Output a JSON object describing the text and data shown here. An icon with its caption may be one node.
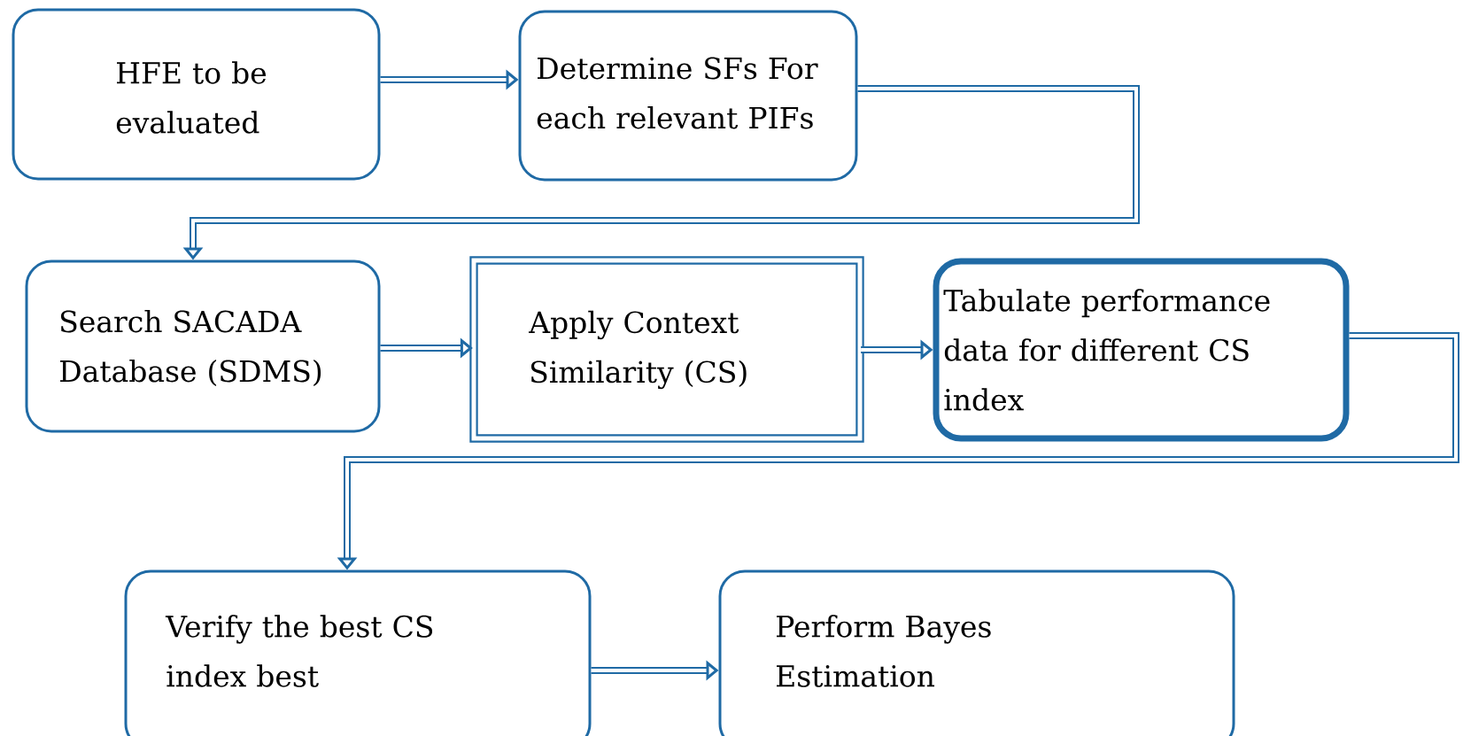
{
  "diagram": {
    "nodes": [
      {
        "text": [
          "HFE to be evaluated"
        ]
      },
      {
        "text": [
          "Determine SFs For each relevant PIFs"
        ]
      },
      {
        "text": [
          "Search SACADA Database (SDMS)"
        ]
      },
      {
        "text": [
          "Apply Context Similarity (CS)"
        ]
      },
      {
        "text": [
          "Tabulate performance data for different CS index"
        ]
      },
      {
        "text": [
          "Verify the best CS index best"
        ]
      },
      {
        "text": [
          "Perform Bayes Estimation"
        ]
      }
    ],
    "edges": [
      {
        "from": 0,
        "to": 1,
        "arrow": "to"
      },
      {
        "from": 1,
        "to": 2,
        "arrow": "to"
      },
      {
        "from": 2,
        "to": 3,
        "arrow": "to"
      },
      {
        "from": 3,
        "to": 4,
        "arrow": "to"
      },
      {
        "from": 4,
        "to": 5,
        "arrow": "to"
      },
      {
        "from": 5,
        "to": 6,
        "arrow": "to"
      }
    ]
  }
}
